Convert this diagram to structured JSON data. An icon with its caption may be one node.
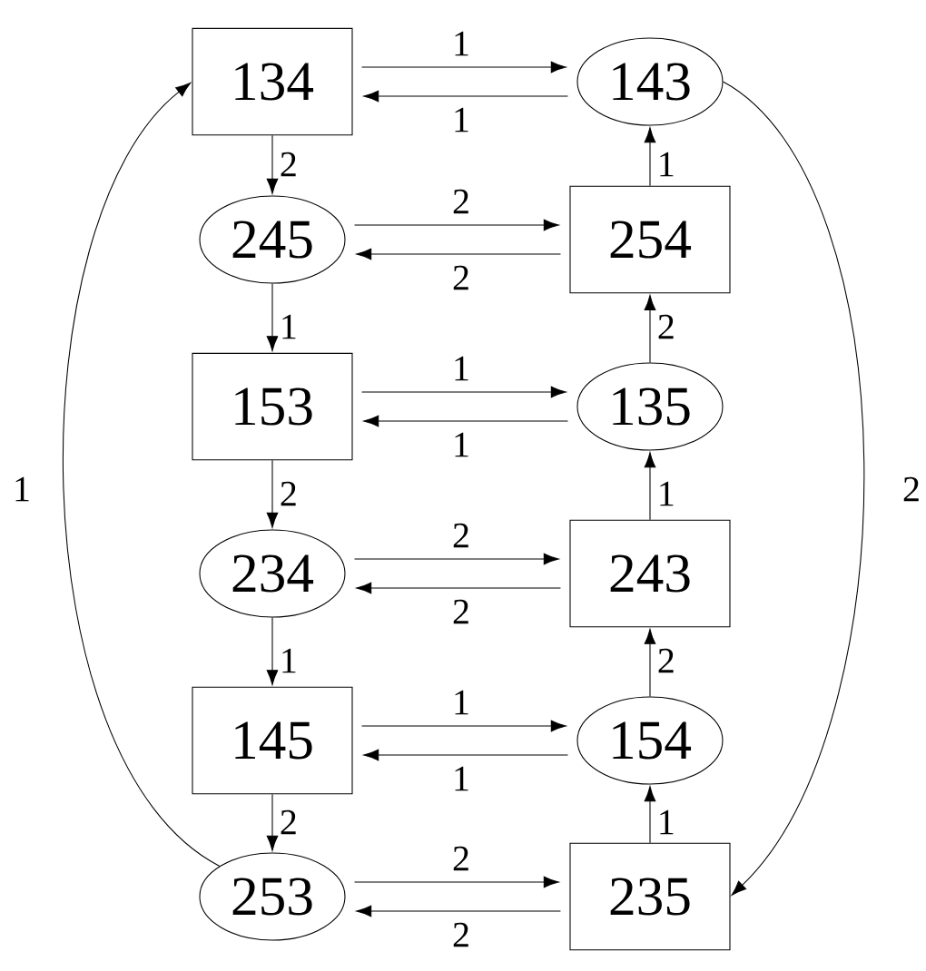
{
  "diagram": {
    "nodes": [
      {
        "text": [
          "134"
        ]
      },
      {
        "text": [
          "143"
        ]
      },
      {
        "text": [
          "245"
        ]
      },
      {
        "text": [
          "254"
        ]
      },
      {
        "text": [
          "153"
        ]
      },
      {
        "text": [
          "135"
        ]
      },
      {
        "text": [
          "234"
        ]
      },
      {
        "text": [
          "243"
        ]
      },
      {
        "text": [
          "145"
        ]
      },
      {
        "text": [
          "154"
        ]
      },
      {
        "text": [
          "253"
        ]
      },
      {
        "text": [
          "235"
        ]
      }
    ],
    "edges": [
      {
        "from": 0,
        "to": 1,
        "arrow": "to",
        "label": "1"
      },
      {
        "from": 1,
        "to": 0,
        "arrow": "to",
        "label": "1"
      },
      {
        "from": 2,
        "to": 3,
        "arrow": "to",
        "label": "2"
      },
      {
        "from": 3,
        "to": 2,
        "arrow": "to",
        "label": "2"
      },
      {
        "from": 4,
        "to": 5,
        "arrow": "to",
        "label": "1"
      },
      {
        "from": 5,
        "to": 4,
        "arrow": "to",
        "label": "1"
      },
      {
        "from": 6,
        "to": 7,
        "arrow": "to",
        "label": "2"
      },
      {
        "from": 7,
        "to": 6,
        "arrow": "to",
        "label": "2"
      },
      {
        "from": 8,
        "to": 9,
        "arrow": "to",
        "label": "1"
      },
      {
        "from": 9,
        "to": 8,
        "arrow": "to",
        "label": "1"
      },
      {
        "from": 10,
        "to": 11,
        "arrow": "to",
        "label": "2"
      },
      {
        "from": 11,
        "to": 10,
        "arrow": "to",
        "label": "2"
      },
      {
        "from": 0,
        "to": 2,
        "arrow": "to",
        "label": "2"
      },
      {
        "from": 2,
        "to": 4,
        "arrow": "to",
        "label": "1"
      },
      {
        "from": 4,
        "to": 6,
        "arrow": "to",
        "label": "2"
      },
      {
        "from": 6,
        "to": 8,
        "arrow": "to",
        "label": "1"
      },
      {
        "from": 8,
        "to": 10,
        "arrow": "to",
        "label": "2"
      },
      {
        "from": 11,
        "to": 9,
        "arrow": "to",
        "label": "1"
      },
      {
        "from": 9,
        "to": 7,
        "arrow": "to",
        "label": "2"
      },
      {
        "from": 7,
        "to": 5,
        "arrow": "to",
        "label": "1"
      },
      {
        "from": 5,
        "to": 3,
        "arrow": "to",
        "label": "2"
      },
      {
        "from": 3,
        "to": 1,
        "arrow": "to",
        "label": "1"
      },
      {
        "from": 10,
        "to": 0,
        "arrow": "to",
        "label": "1"
      },
      {
        "from": 1,
        "to": 11,
        "arrow": "to",
        "label": "2"
      }
    ]
  }
}
